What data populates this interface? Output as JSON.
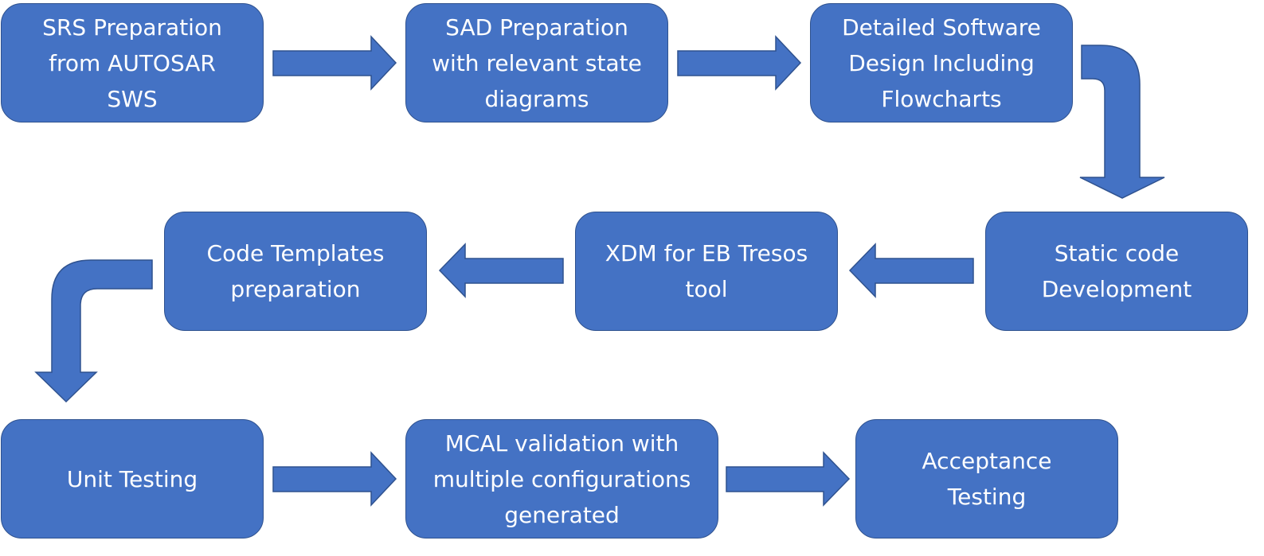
{
  "diagram": {
    "nodes": [
      {
        "id": "srs",
        "lines": [
          "SRS Preparation",
          "from AUTOSAR",
          "SWS"
        ]
      },
      {
        "id": "sad",
        "lines": [
          "SAD Preparation",
          "with relevant state",
          "diagrams"
        ]
      },
      {
        "id": "detailed",
        "lines": [
          "Detailed Software",
          "Design Including",
          "Flowcharts"
        ]
      },
      {
        "id": "static",
        "lines": [
          "Static code",
          "Development"
        ]
      },
      {
        "id": "xdm",
        "lines": [
          "XDM for EB Tresos",
          "tool"
        ]
      },
      {
        "id": "templates",
        "lines": [
          "Code Templates",
          "preparation"
        ]
      },
      {
        "id": "unit",
        "lines": [
          "Unit Testing"
        ]
      },
      {
        "id": "mcal",
        "lines": [
          "MCAL validation with",
          "multiple configurations",
          "generated"
        ]
      },
      {
        "id": "acceptance",
        "lines": [
          "Acceptance",
          "Testing"
        ]
      }
    ],
    "edges": [
      {
        "from": "srs",
        "to": "sad"
      },
      {
        "from": "sad",
        "to": "detailed"
      },
      {
        "from": "detailed",
        "to": "static"
      },
      {
        "from": "static",
        "to": "xdm"
      },
      {
        "from": "xdm",
        "to": "templates"
      },
      {
        "from": "templates",
        "to": "unit"
      },
      {
        "from": "unit",
        "to": "mcal"
      },
      {
        "from": "mcal",
        "to": "acceptance"
      }
    ],
    "colors": {
      "fill": "#4472c4",
      "border": "#2f528f",
      "text": "#ffffff"
    }
  }
}
